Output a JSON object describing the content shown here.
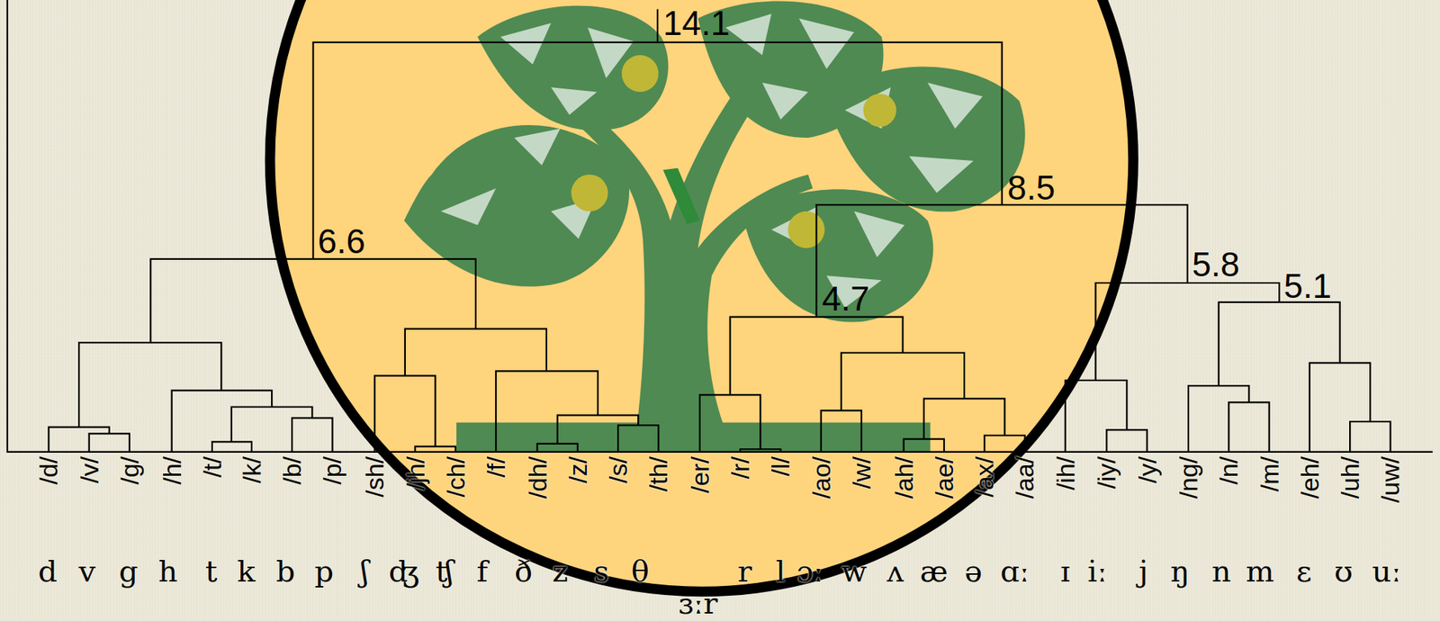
{
  "diagram": {
    "labels": [
      "14.1",
      "8.5",
      "6.6",
      "5.8",
      "5.1",
      "4.7",
      "/d/",
      "/v/",
      "/g/",
      "/h/",
      "/t/",
      "/k/",
      "/b/",
      "/p/",
      "/sh/",
      "/jh/",
      "/ch/",
      "/f/",
      "/dh/",
      "/z/",
      "/s/",
      "/th/",
      "/er/",
      "/r/",
      "/l/",
      "/ao/",
      "/w/",
      "/ah/",
      "/ae/",
      "/ax/",
      "/aa/",
      "/ih/",
      "/iy/",
      "/y/",
      "/ng/",
      "/n/",
      "/m/",
      "/eh/",
      "/uh/",
      "/uw/",
      "d",
      "v",
      "g",
      "h",
      "t",
      "k",
      "b",
      "p",
      "ʃ",
      "ʤ",
      "ʧ",
      "f",
      "ð",
      "z",
      "s",
      "θ",
      "ɜːr",
      "r",
      "l",
      "ɔː",
      "w",
      "ʌ",
      "æ",
      "ə",
      "ɑː",
      "ɪ",
      "iː",
      "j",
      "ŋ",
      "n",
      "m",
      "ɛ",
      "ʊ",
      "uː"
    ]
  }
}
